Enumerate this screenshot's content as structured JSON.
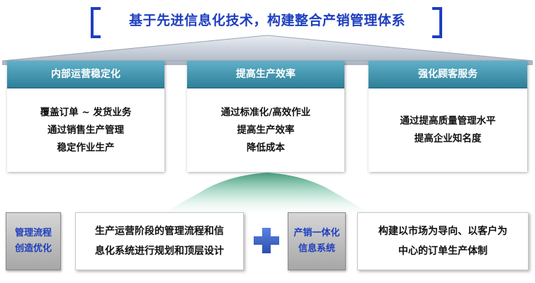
{
  "title": "基于先进信息化技术，构建整合产销管理体系",
  "pillars": [
    {
      "header": "内部运营稳定化",
      "lines": [
        "覆盖订单 ~ 发货业务",
        "通过销售生产管理",
        "稳定作业生产"
      ]
    },
    {
      "header": "提高生产效率",
      "lines": [
        "通过标准化/高效作业",
        "提高生产效率",
        "降低成本"
      ]
    },
    {
      "header": "强化顾客服务",
      "lines": [
        "通过提高质量管理水平",
        "提高企业知名度"
      ]
    }
  ],
  "foundation": {
    "left": {
      "label_lines": [
        "管理流程",
        "创造优化"
      ],
      "desc_lines": [
        "生产运营阶段的管理流程和信",
        "息化系统进行规划和顶层设计"
      ]
    },
    "right": {
      "label_lines": [
        "产销一体化",
        "信息系统"
      ],
      "desc_lines": [
        "构建以市场为导向、以客户为",
        "中心的订单生产体制"
      ]
    }
  },
  "colors": {
    "title": "#1e3fbf",
    "pillar_header": "#3a8aa3",
    "plus": "#3f66c9",
    "gray_box": "#bdbdbd"
  },
  "icons": {
    "connector": "plus-icon"
  }
}
